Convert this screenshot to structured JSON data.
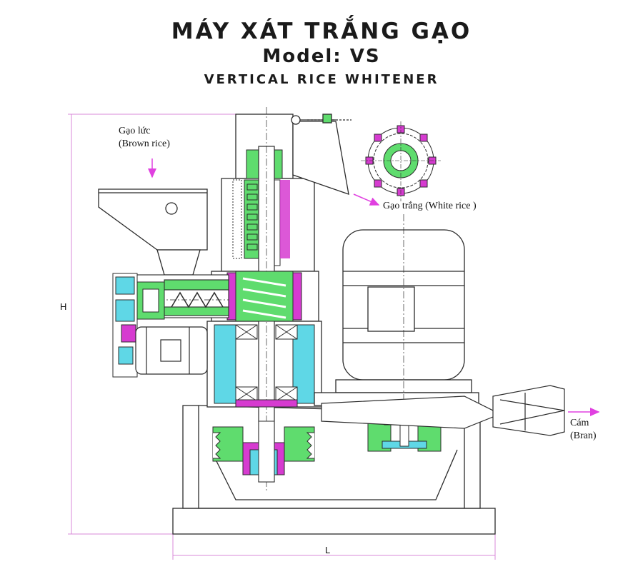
{
  "title": {
    "vietnamese": "MÁY XÁT TRẮNG GẠO",
    "model": "Model: VS",
    "english": "VERTICAL RICE WHITENER"
  },
  "labels": {
    "brown_rice_vn": "Gạo lức",
    "brown_rice_en": "(Brown rice)",
    "white_rice": "Gạo trắng (White rice )",
    "bran_vn": "Cám",
    "bran_en": "(Bran)"
  },
  "dimensions": {
    "height": "H",
    "length": "L"
  },
  "colors": {
    "line": "#2b2b2b",
    "green": "#5fdc6e",
    "magenta": "#d63bd0",
    "cyan": "#5fd7e6",
    "arrow": "#e040e0",
    "dim_line": "#d98ad9"
  }
}
